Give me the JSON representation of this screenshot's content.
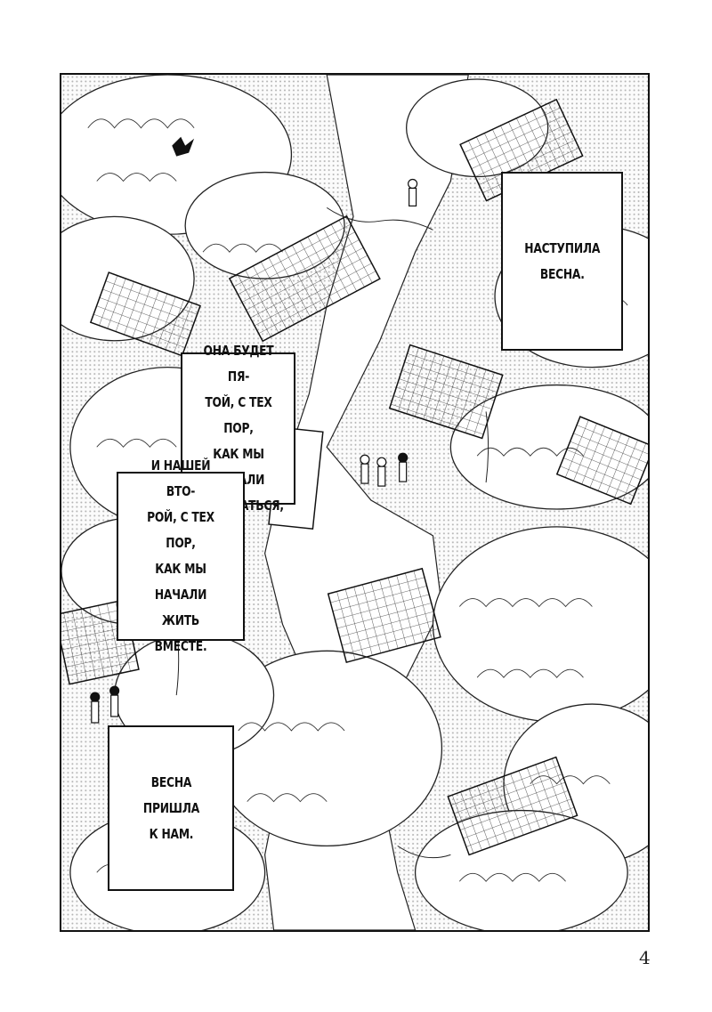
{
  "page": {
    "number": "4"
  },
  "captions": [
    {
      "text": "НАСТУПИЛА\nВЕСНА."
    },
    {
      "text": "ОНА БУДЕТ ПЯ-\nТОЙ, С ТЕХ ПОР,\nКАК МЫ НАЧАЛИ\nВСТРЕЧАТЬСЯ,"
    },
    {
      "text": "И НАШЕЙ ВТО-\nРОЙ, С ТЕХ ПОР,\nКАК МЫ НАЧАЛИ\nЖИТЬ ВМЕСТЕ."
    },
    {
      "text": "ВЕСНА\nПРИШЛА\nК НАМ."
    }
  ],
  "colors": {
    "ink": "#111111",
    "paper": "#ffffff",
    "screentone": "#9a9a9a"
  }
}
